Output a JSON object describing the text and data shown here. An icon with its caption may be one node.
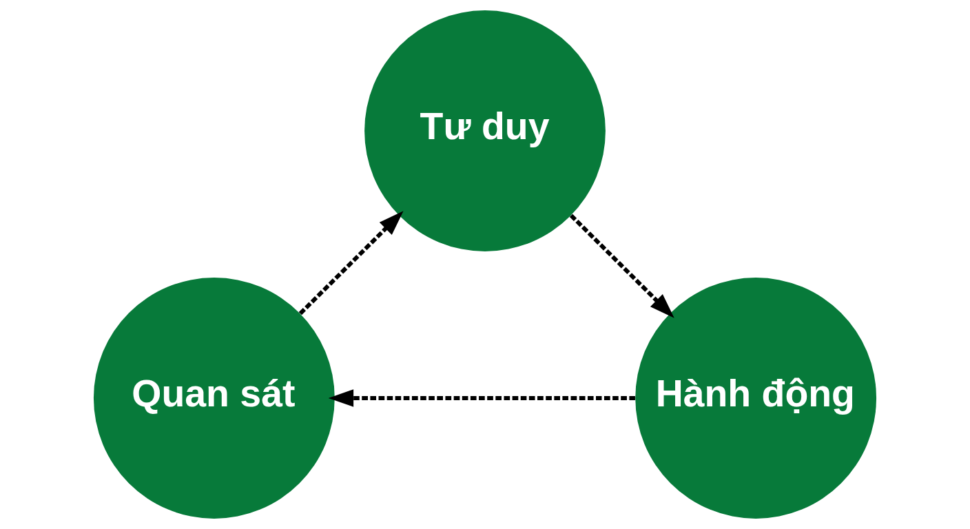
{
  "diagram": {
    "nodes": [
      {
        "text": [
          "Tư duy"
        ]
      },
      {
        "text": [
          "Hành động"
        ]
      },
      {
        "text": [
          "Quan sát"
        ]
      }
    ],
    "edges": [
      {
        "from": 0,
        "to": 1,
        "arrow": "to",
        "style": "dashed"
      },
      {
        "from": 1,
        "to": 2,
        "arrow": "to",
        "style": "dashed"
      },
      {
        "from": 2,
        "to": 0,
        "arrow": "to",
        "style": "dashed"
      }
    ]
  }
}
